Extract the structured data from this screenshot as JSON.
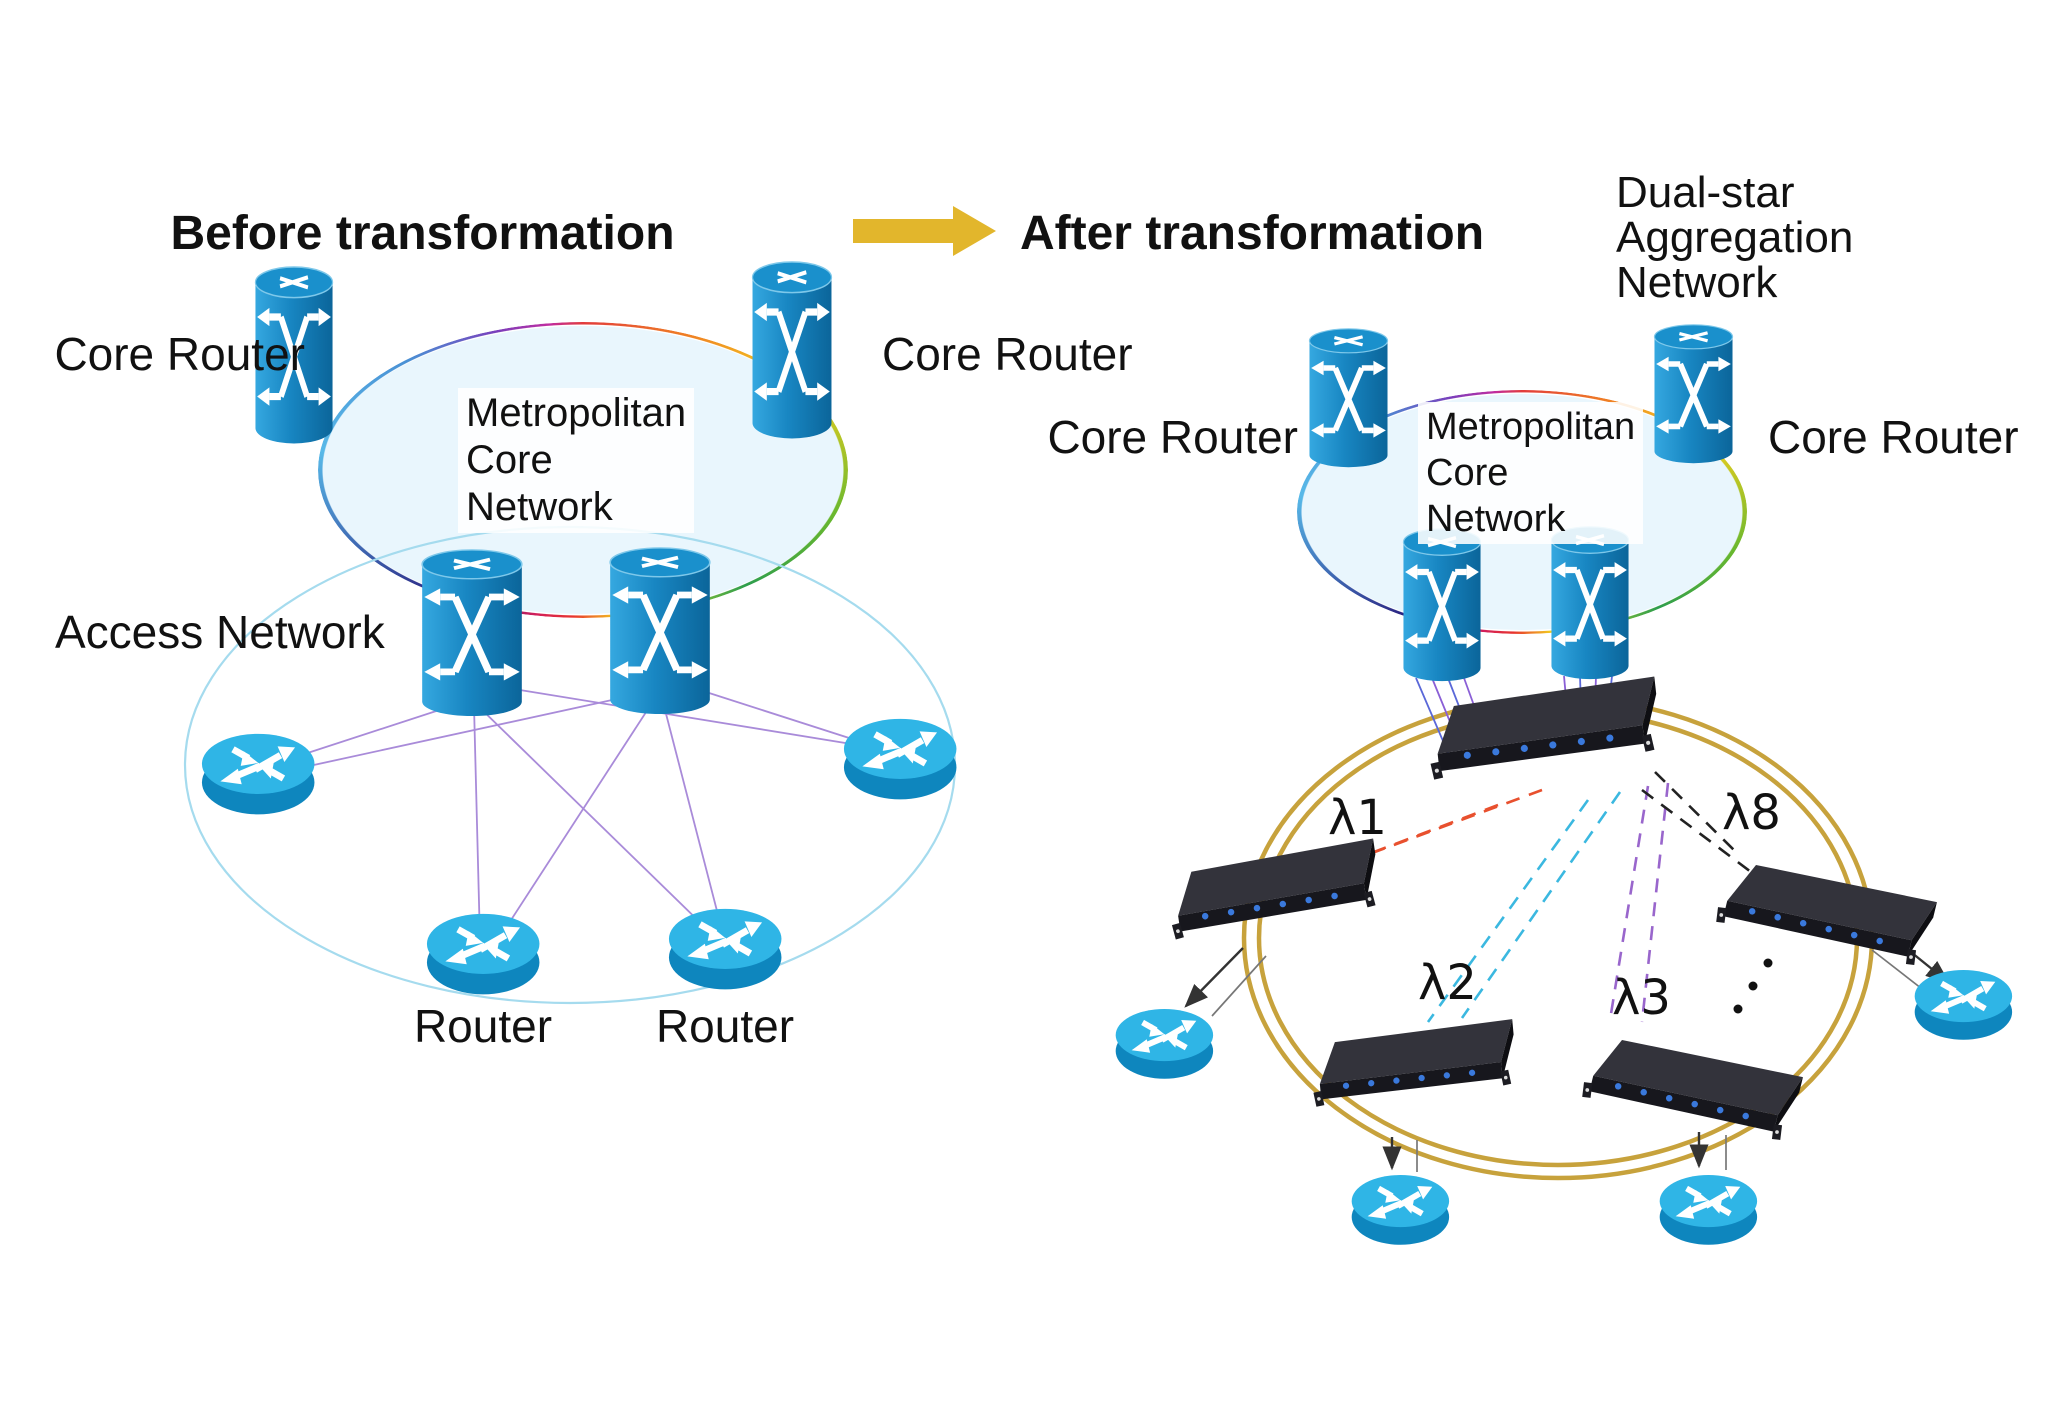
{
  "left_panel": {
    "title": "Before transformation",
    "core_router_left_label": "Core Router",
    "core_router_right_label": "Core Router",
    "metro_ring_label_lines": [
      "Metropolitan",
      "Core",
      "Network"
    ],
    "access_network_label": "Access Network",
    "router_left_label": "Router",
    "router_right_label": "Router"
  },
  "right_panel": {
    "title": "After transformation",
    "aggregation_label_lines": [
      "Dual-star",
      "Aggregation",
      "Network"
    ],
    "core_router_left_label": "Core Router",
    "core_router_right_label": "Core Router",
    "metro_ring_label_lines": [
      "Metropolitan",
      "Core",
      "Network"
    ],
    "wavelength_labels": {
      "lambda1": "λ1",
      "lambda2": "λ2",
      "lambda3": "λ3",
      "lambda8": "λ8"
    }
  },
  "colors": {
    "cylinder_blue": "#1886C2",
    "disc_router_top": "#2FB5E6",
    "gold_aggregation_ring": "#C7A23C",
    "access_mesh_purple": "#A98BD9",
    "access_ellipse": "#A5DBEE",
    "transition_arrow": "#E2B62C",
    "lambda1_dash": "#E8502E",
    "lambda2_dash": "#3BB8E0",
    "lambda3_dash": "#9966CC",
    "lambda8_dash": "#222222",
    "switch_dark": "#33333b"
  }
}
